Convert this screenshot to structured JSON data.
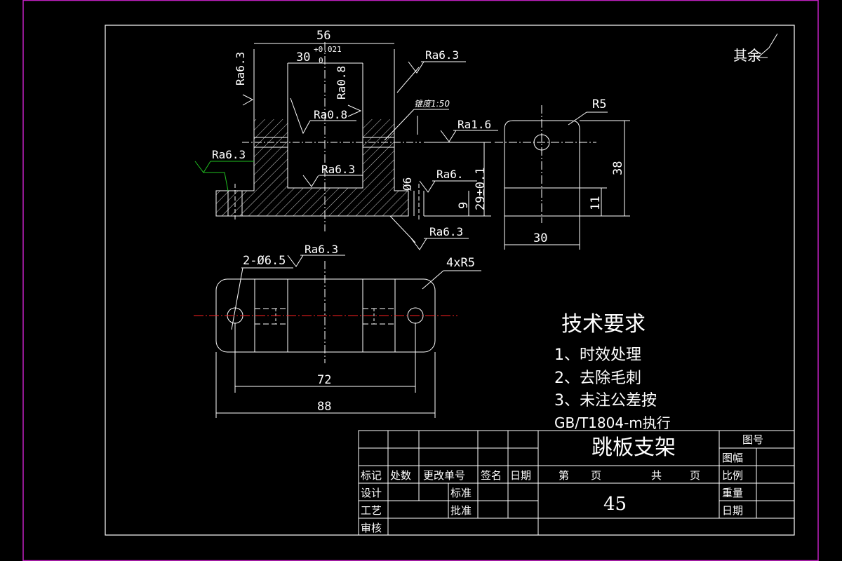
{
  "colors": {
    "background": "#000000",
    "lines": "#ffffff",
    "outer_frame": "#c020c0",
    "center_line": "#ff2020",
    "leader": "#20c020"
  },
  "drawing": {
    "corner_note": "其余",
    "front_view": {
      "dim_width": "56",
      "dim_slot": "30",
      "tol_upper": "+0.021",
      "tol_lower": "0",
      "ra_top_left": "Ra6.3",
      "ra_top_right": "Ra6.3",
      "ra_slot_wall": "Ra0.8",
      "ra_hole_bore": "Ra0.8",
      "taper": "锥度1:50",
      "ra_hole_right": "Ra1.6",
      "ra_left_side": "Ra6.3",
      "ra_slot_bottom": "Ra6.3",
      "dia_pin": "Ø6",
      "ra_bottom_right": "Ra6.3",
      "ra_right_step": "Ra6.",
      "dim_height": "29±0.1",
      "dim_base": "9"
    },
    "side_view": {
      "radius": "R5",
      "dim_height": "38",
      "dim_lower": "11",
      "dim_width": "30"
    },
    "top_view": {
      "holes": "2-Ø6.5",
      "ra_top": "Ra6.3",
      "corner_radius": "4xR5",
      "dim_hole_spacing": "72",
      "dim_length": "88"
    }
  },
  "tech_requirements": {
    "heading": "技术要求",
    "items": [
      "1、时效处理",
      "2、去除毛刺",
      "3、未注公差按",
      "GB/T1804-m执行"
    ]
  },
  "title_block": {
    "part_name": "跳板支架",
    "material": "45",
    "revision_headers": [
      "标记",
      "处数",
      "更改单号",
      "签名",
      "日期"
    ],
    "design": "设计",
    "standard": "标准",
    "process": "工艺",
    "approve": "批准",
    "review": "审核",
    "page_label": "第",
    "page_unit": "页",
    "total_label": "共",
    "total_unit": "页",
    "drawing_no": "图号",
    "sheet_size": "图幅",
    "scale": "比例",
    "weight": "重量",
    "date": "日期"
  }
}
